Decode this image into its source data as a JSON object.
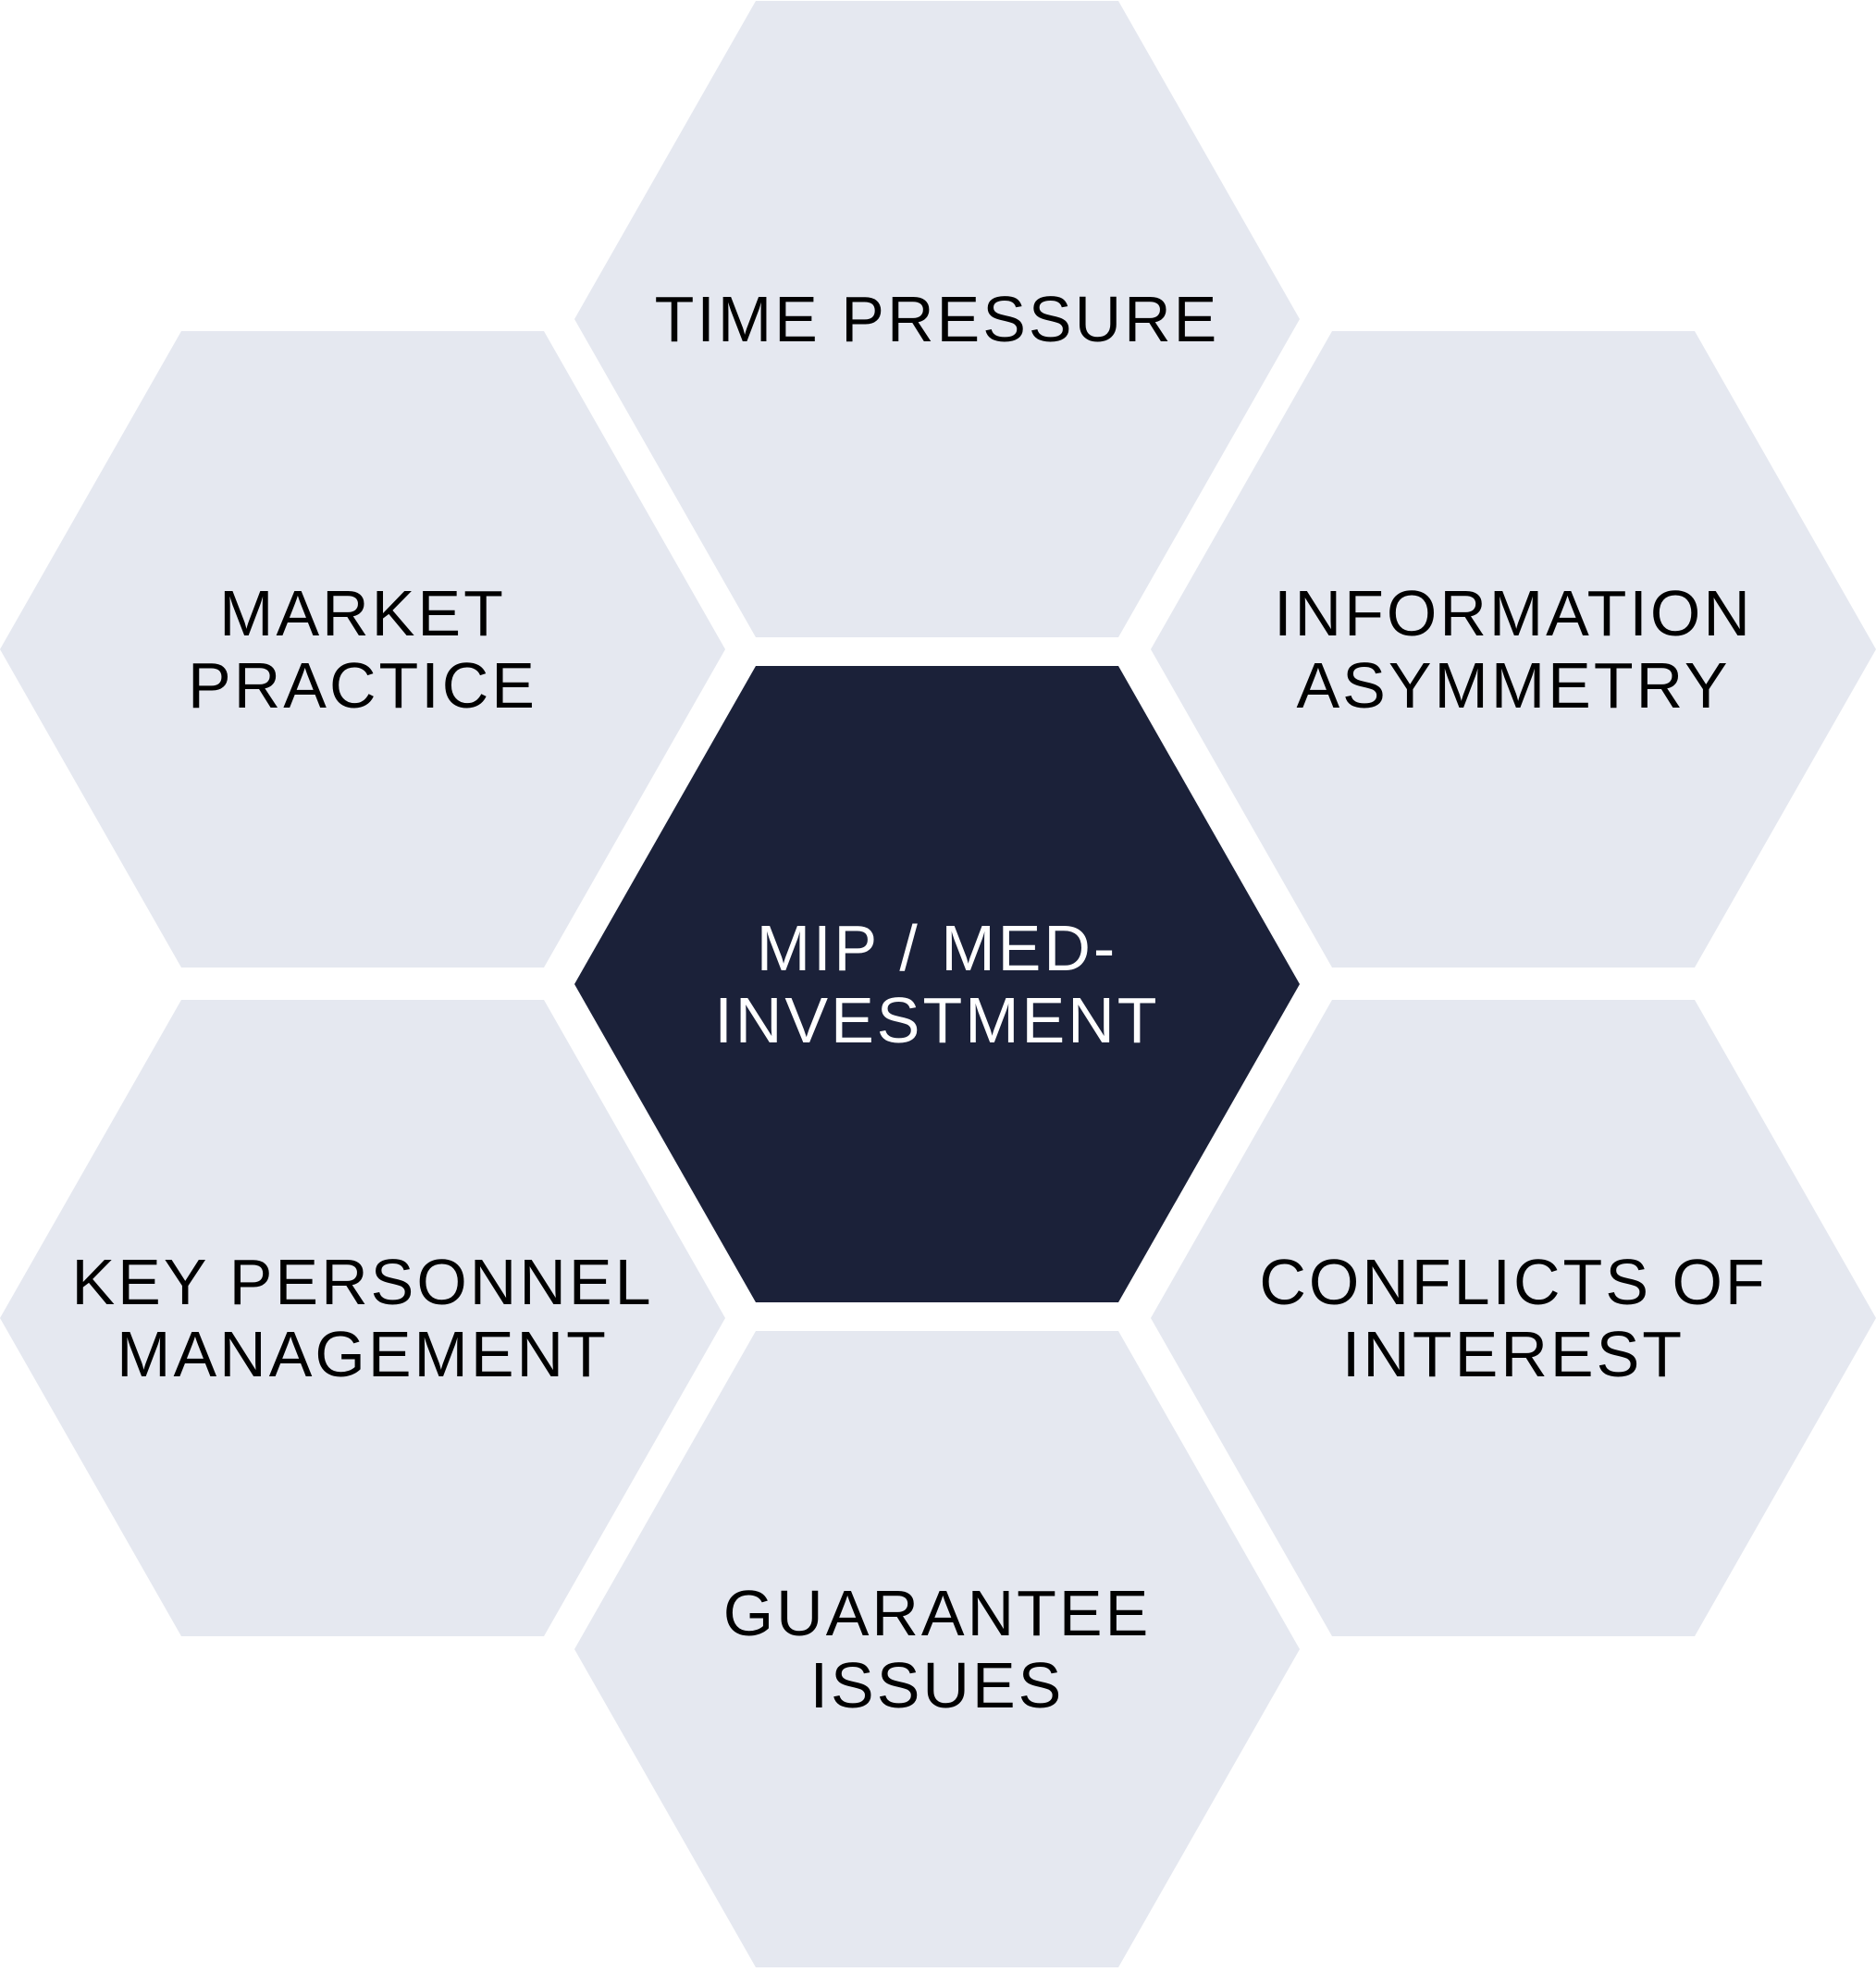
{
  "diagram": {
    "type": "hexagon-cluster",
    "colors": {
      "outer_fill": "#E5E8F0",
      "center_fill": "#1B2139",
      "outer_text": "#000000",
      "center_text": "#FFFFFF",
      "background": "#FFFFFF"
    },
    "center": {
      "id": "mip-med-investment",
      "lines": [
        "MIP / MED-",
        "INVESTMENT"
      ]
    },
    "nodes": [
      {
        "id": "time-pressure",
        "position": "top",
        "lines": [
          "TIME PRESSURE"
        ]
      },
      {
        "id": "information-asymmetry",
        "position": "upper-right",
        "lines": [
          "INFORMATION",
          "ASYMMETRY"
        ]
      },
      {
        "id": "conflicts-of-interest",
        "position": "lower-right",
        "lines": [
          "CONFLICTS OF",
          "INTEREST"
        ]
      },
      {
        "id": "guarantee-issues",
        "position": "bottom",
        "lines": [
          "GUARANTEE",
          "ISSUES"
        ]
      },
      {
        "id": "key-personnel-management",
        "position": "lower-left",
        "lines": [
          "KEY PERSONNEL",
          "MANAGEMENT"
        ]
      },
      {
        "id": "market-practice",
        "position": "upper-left",
        "lines": [
          "MARKET",
          "PRACTICE"
        ]
      }
    ]
  }
}
